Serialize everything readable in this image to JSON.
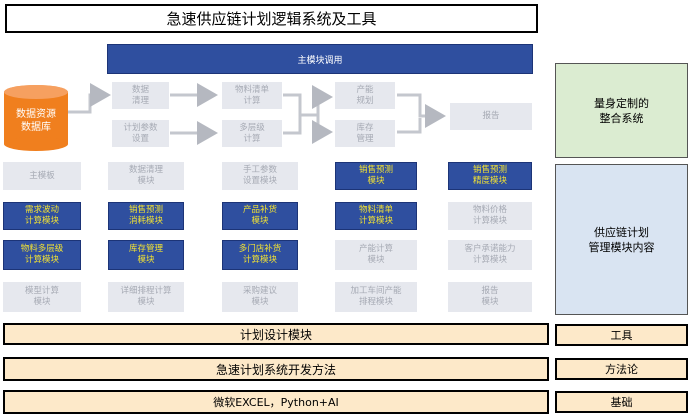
{
  "title": "急速供应链计划逻辑系统及工具",
  "main_call": "主模块调用",
  "datasource": "数据资源\n数据库",
  "flow": {
    "data_clean": "数据\n清理",
    "plan_params": "计划参数\n设置",
    "bom": "物料清单\n计算",
    "multilevel": "多层级\n计算",
    "capacity": "产能\n规划",
    "inventory": "库存\n管理",
    "report": "报告"
  },
  "grid": [
    [
      {
        "label": "主模板",
        "style": "grey"
      },
      {
        "label": "数据清理\n模块",
        "style": "grey"
      },
      {
        "label": "手工参数\n设置模块",
        "style": "grey"
      },
      {
        "label": "销售预测\n模块",
        "style": "blue"
      },
      {
        "label": "销售预测\n精度模块",
        "style": "blue"
      }
    ],
    [
      {
        "label": "需求波动\n计算模块",
        "style": "blue"
      },
      {
        "label": "销售预测\n消耗模块",
        "style": "blue"
      },
      {
        "label": "产品补货\n模块",
        "style": "blue"
      },
      {
        "label": "物料清单\n计算模块",
        "style": "blue"
      },
      {
        "label": "物料价格\n计算模块",
        "style": "grey"
      }
    ],
    [
      {
        "label": "物料多层级\n计算模块",
        "style": "blue"
      },
      {
        "label": "库存管理\n模块",
        "style": "blue"
      },
      {
        "label": "多门店补货\n计算模块",
        "style": "blue"
      },
      {
        "label": "产能计算\n模块",
        "style": "grey"
      },
      {
        "label": "客户承诺能力\n计算模块",
        "style": "grey"
      }
    ],
    [
      {
        "label": "模型计算\n模块",
        "style": "grey"
      },
      {
        "label": "详细排程计算\n模块",
        "style": "grey"
      },
      {
        "label": "采购建议\n模块",
        "style": "grey"
      },
      {
        "label": "加工车间产能\n排程模块",
        "style": "grey"
      },
      {
        "label": "报告\n模块",
        "style": "grey"
      }
    ]
  ],
  "bars": {
    "plan_design": "计划设计模块",
    "dev_method": "急速计划系统开发方法",
    "foundation": "微软EXCEL，Python+AI"
  },
  "side": {
    "custom": "量身定制的\n整合系统",
    "supply": "供应链计划\n管理模块内容",
    "tools": "工具",
    "method": "方法论",
    "basis": "基础"
  },
  "colors": {
    "navy": "#2f4f9f",
    "yellow_text": "#f2e233",
    "grey_box": "#e6e8ee",
    "bar_fill": "#fde9c9",
    "side_green": "#dbecd1",
    "side_blue": "#d9e4f2",
    "db_orange": "#f07f1e"
  }
}
